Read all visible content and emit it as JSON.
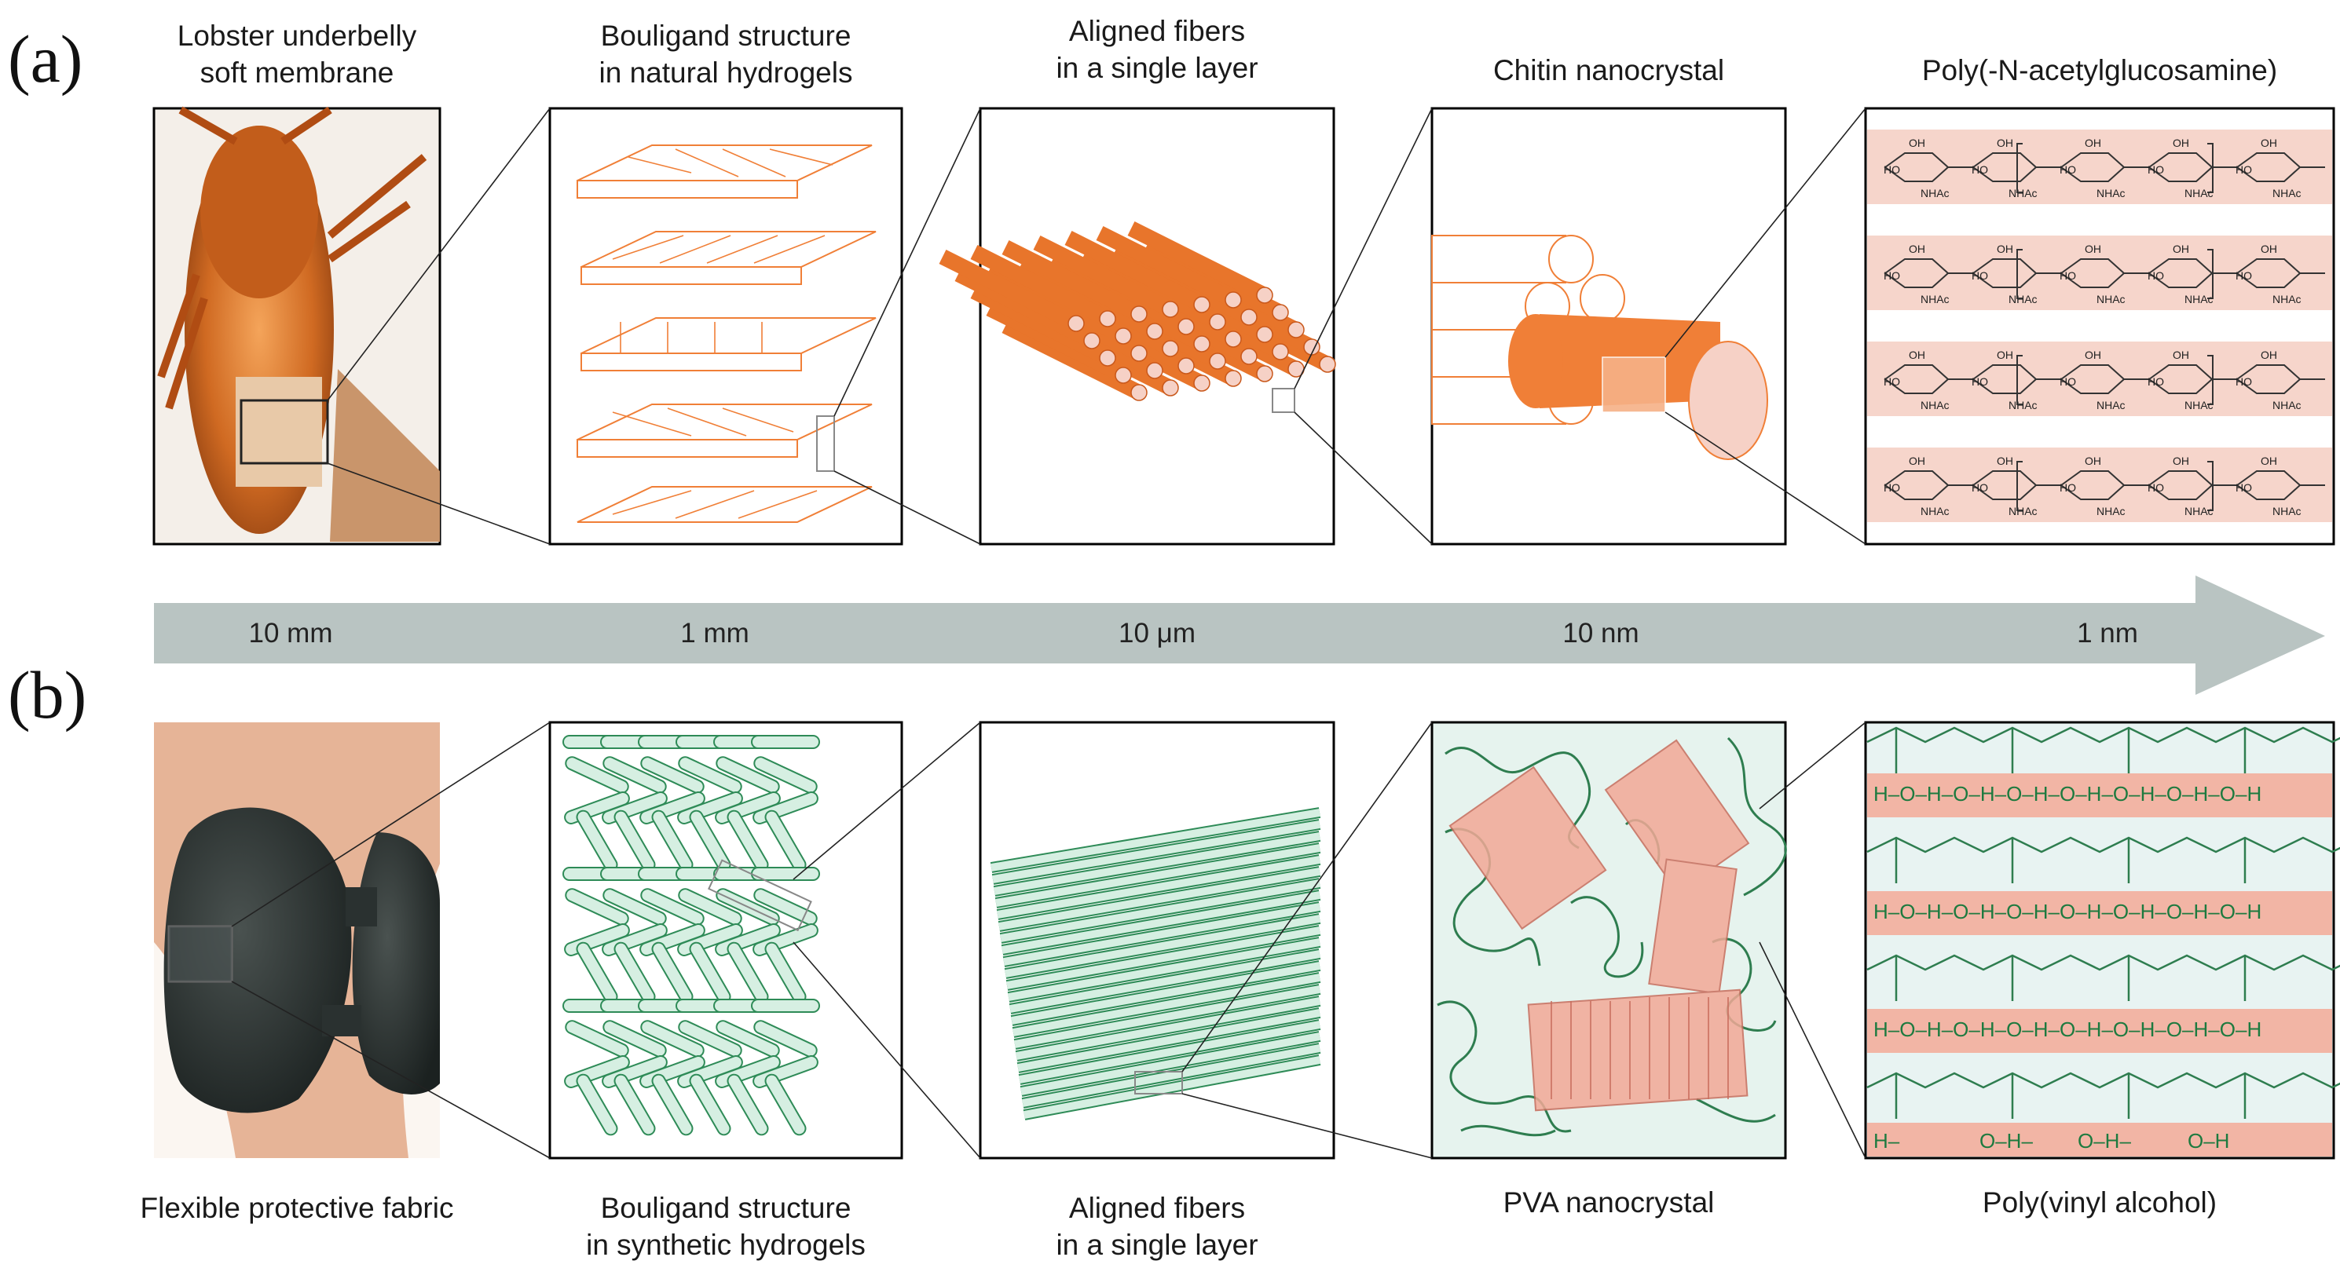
{
  "panel_a": {
    "label": "(a)",
    "captions": [
      "Lobster underbelly\nsoft membrane",
      "Bouligand structure\nin natural hydrogels",
      "Aligned fibers\nin a single layer",
      "Chitin nanocrystal",
      "Poly(-N-acetylglucosamine)"
    ],
    "chem_labels": {
      "oh": "OH",
      "nhac": "NHAc",
      "ho": "HO"
    }
  },
  "panel_b": {
    "label": "(b)",
    "captions": [
      "Flexible protective fabric",
      "Bouligand structure\nin synthetic hydrogels",
      "Aligned fibers\nin a single layer",
      "PVA nanocrystal",
      "Poly(vinyl alcohol)"
    ],
    "hbond_chain": "H–O–H–O–H–O–H–O–H–O–H–O–H–O–H",
    "bottom_partial": [
      "H–",
      "O–H–",
      "O–H–",
      "O–H"
    ]
  },
  "scale_bar": {
    "labels": [
      "10 mm",
      "1 mm",
      "10 μm",
      "10 nm",
      "1 nm"
    ]
  },
  "colors": {
    "orange": "#f07f37",
    "orange_light": "#f6b187",
    "salmon": "#f2c4b6",
    "green": "#2e8b57",
    "green_fill": "#e3f2ea",
    "arrow": "#b9c4c2",
    "pale_blue": "#e8f3f2"
  }
}
